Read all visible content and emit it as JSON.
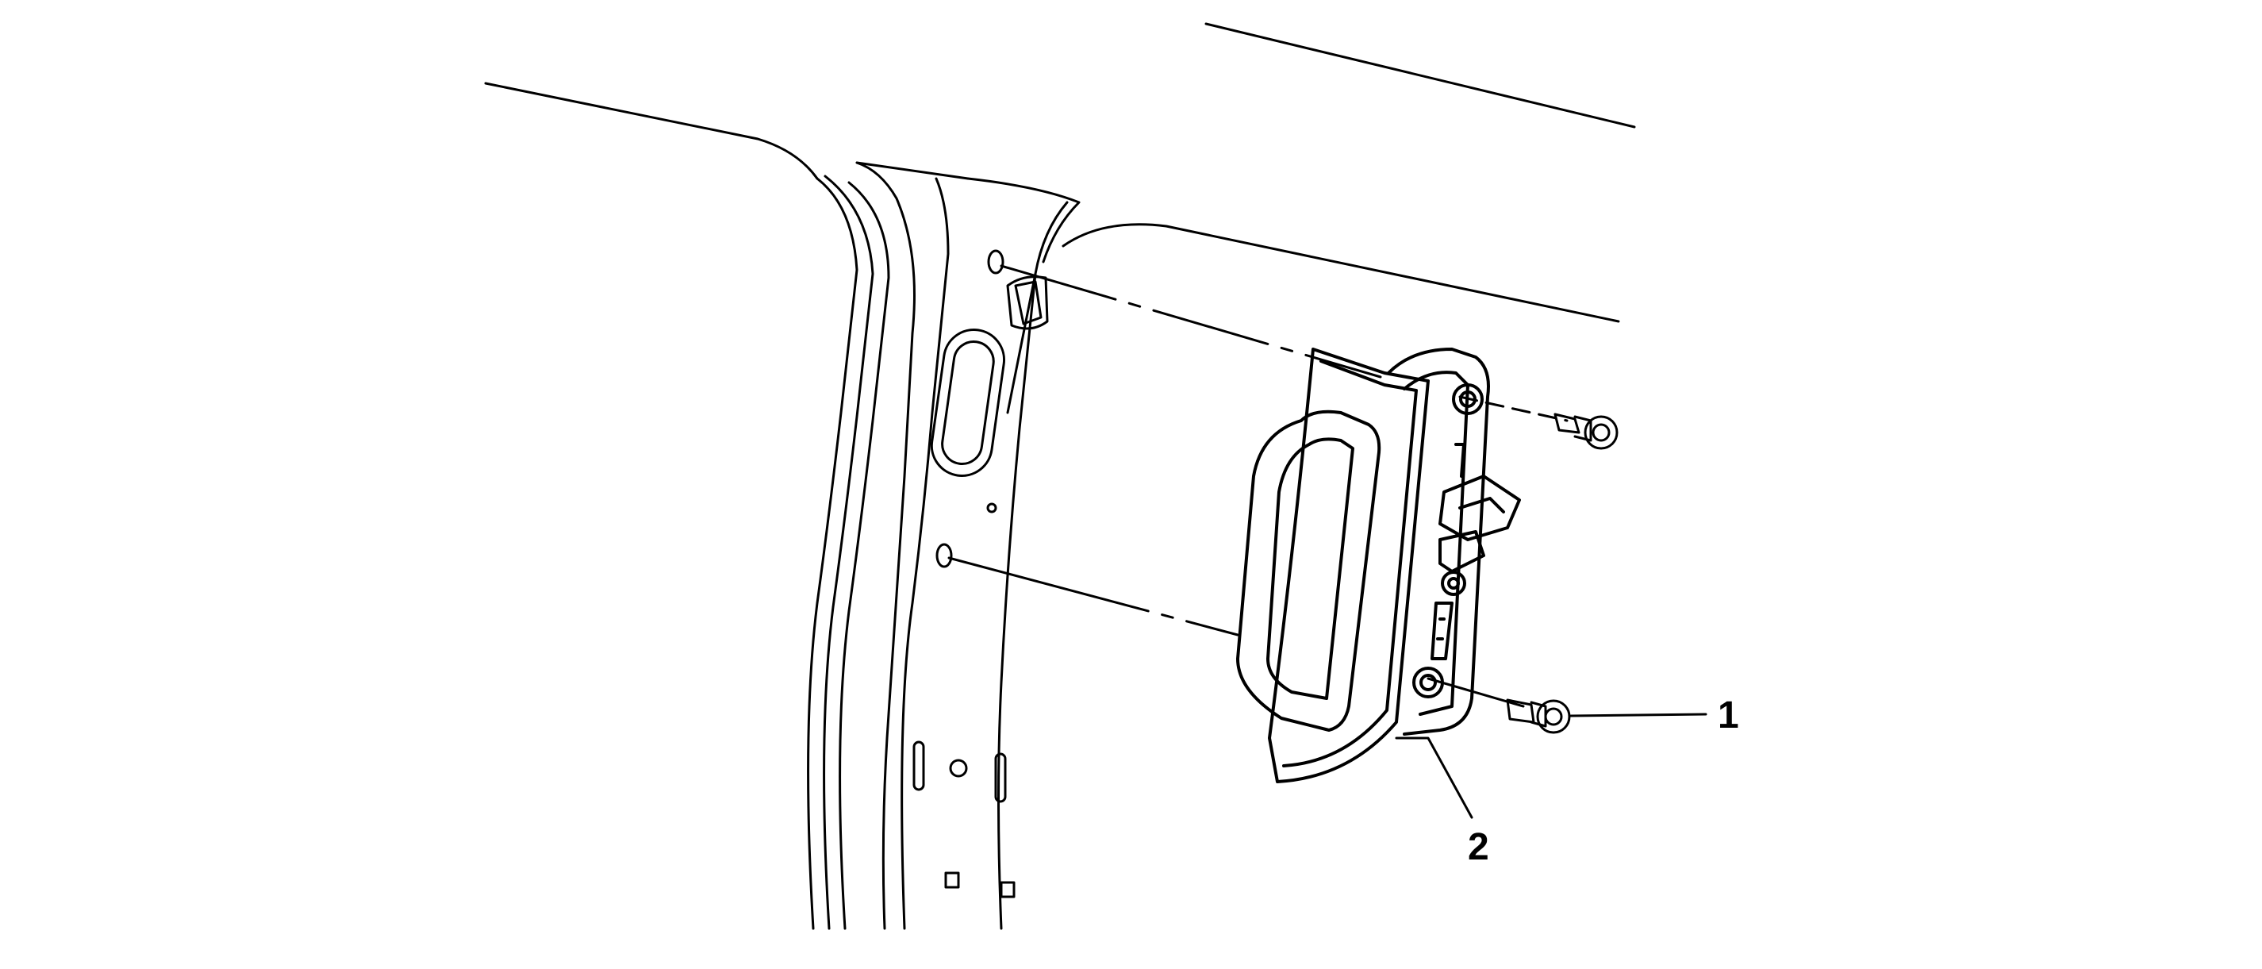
{
  "diagram": {
    "callouts": [
      {
        "id": "1",
        "label": "1"
      },
      {
        "id": "2",
        "label": "2"
      }
    ]
  },
  "colors": {
    "ink": "#000000",
    "paper": "#ffffff"
  },
  "icons": [
    "bolt-icon",
    "handle-icon"
  ]
}
